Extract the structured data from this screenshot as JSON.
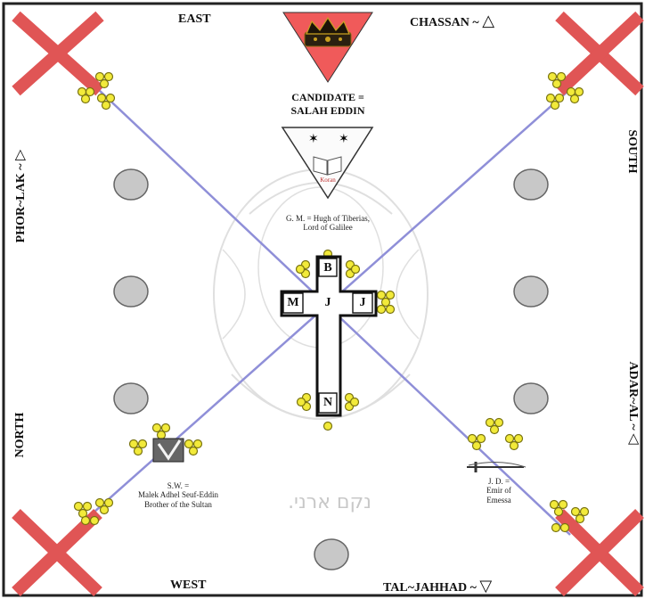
{
  "compass": {
    "east": "EAST",
    "west": "WEST",
    "north": "NORTH",
    "south": "SOUTH"
  },
  "corners": {
    "top_right": "CHASSAN ~",
    "left_side": "PHOR~LAK ~",
    "right_side": "ADAR~AL ~",
    "bottom_right": "TAL~JAHHAD ~"
  },
  "triangle_glyphs": {
    "up": "△",
    "down": "▽",
    "left": "◁",
    "right": "▷"
  },
  "candidate": {
    "line1": "CANDIDATE =",
    "line2": "SALAH EDDIN"
  },
  "koran_label": "Koran",
  "gm": {
    "line1": "G. M. = Hugh of Tiberias,",
    "line2": "Lord of Galilee"
  },
  "sw": {
    "line1": "S.W. =",
    "line2": "Malek Adhel Seuf-Eddin",
    "line3": "Brother of the Sultan"
  },
  "jd": {
    "line1": "J. D. =",
    "line2": "Emir of",
    "line3": "Emessa"
  },
  "hebrew": "נקם ארני.",
  "cross_letters": {
    "top": "B",
    "center": "J",
    "left": "M",
    "right": "J",
    "bottom": "N"
  },
  "colors": {
    "x_mark": "#e05555",
    "diagonal": "#8f8fd8",
    "candle": "#f2ea3a",
    "stool": "#c8c8c8",
    "crown_triangle": "#f05a5a"
  }
}
